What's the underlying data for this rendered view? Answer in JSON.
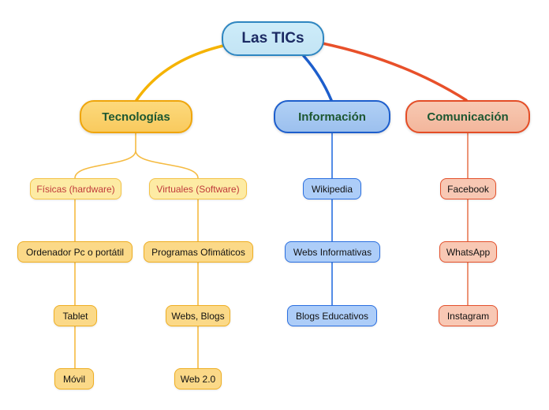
{
  "root": {
    "label": "Las TICs"
  },
  "branches": {
    "tecnologias": {
      "label": "Tecnologías",
      "subbranches": {
        "fisicas": {
          "label": "Físicas (hardware)",
          "children": [
            "Ordenador Pc o portátil",
            "Tablet",
            "Móvil"
          ]
        },
        "virtuales": {
          "label": "Virtuales (Software)",
          "children": [
            "Programas Ofimáticos",
            "Webs, Blogs",
            "Web 2.0"
          ]
        }
      }
    },
    "informacion": {
      "label": "Información",
      "children": [
        "Wikipedia",
        "Webs Informativas",
        "Blogs Educativos"
      ]
    },
    "comunicacion": {
      "label": "Comunicación",
      "children": [
        "Facebook",
        "WhatsApp",
        "Instagram"
      ]
    }
  },
  "colors": {
    "root_fill": "#c9eaf8",
    "root_border": "#2e86c1",
    "root_text": "#1b2a63",
    "branch_text": "#1d5731",
    "tech_fill": "#fbd06a",
    "tech_border": "#efa50b",
    "info_fill": "#a5c8f2",
    "info_border": "#1d5ecc",
    "comm_fill": "#f6bfa6",
    "comm_border": "#e44d26",
    "yellow_sub_fill": "#fdeba4",
    "yellow_sub_border": "#f4c247",
    "yellow_sub_text": "#c03a3a",
    "yellow_child_fill": "#fbd988",
    "yellow_child_border": "#efae22",
    "blue_child_fill": "#adcdf8",
    "blue_child_border": "#2a6fe0",
    "salmon_child_fill": "#f8c8b4",
    "salmon_child_border": "#e4502b",
    "link_yellow": "#f5b303",
    "link_blue": "#1d5ecc",
    "link_red": "#e8502a",
    "thin_yellow": "#f5bb42",
    "thin_blue": "#2a6fe0",
    "thin_salmon": "#e87a55"
  }
}
